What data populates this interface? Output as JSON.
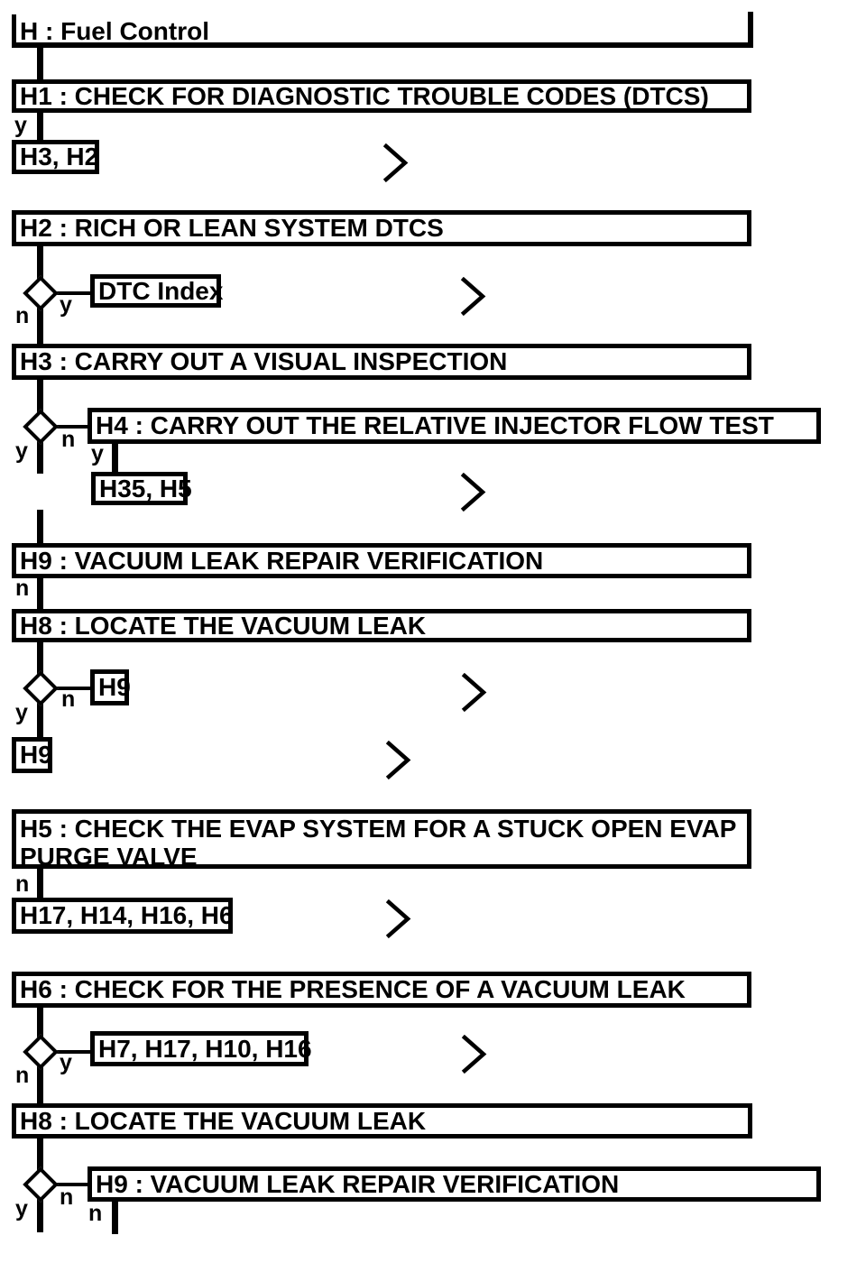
{
  "diagram": {
    "header": {
      "label": "H : Fuel Control"
    },
    "branch_labels": {
      "yes": "y",
      "no": "n"
    },
    "nodes": {
      "h1": "H1 : CHECK FOR DIAGNOSTIC TROUBLE CODES (DTCS)",
      "h1_yes_goto": "H3, H2",
      "h2": "H2 : RICH OR LEAN SYSTEM DTCS",
      "h2_yes_goto": "DTC Index",
      "h3": "H3 : CARRY OUT A VISUAL INSPECTION",
      "h4": "H4 : CARRY OUT THE RELATIVE INJECTOR FLOW TEST",
      "h4_yes_goto": "H35, H5",
      "h9a": "H9 : VACUUM LEAK REPAIR VERIFICATION",
      "h8a": "H8 : LOCATE THE VACUUM LEAK",
      "h8a_no_goto": "H9",
      "h8a_yes_goto": "H9",
      "h5": "H5 : CHECK THE EVAP SYSTEM FOR A STUCK OPEN EVAP PURGE VALVE",
      "h5_no_goto": "H17, H14, H16, H6",
      "h6": "H6 : CHECK FOR THE PRESENCE OF A VACUUM LEAK",
      "h6_yes_goto": "H7, H17, H10, H16",
      "h8b": "H8 : LOCATE THE VACUUM LEAK",
      "h9b": "H9 : VACUUM LEAK REPAIR VERIFICATION"
    },
    "colors": {
      "line": "#000000",
      "background": "#ffffff"
    }
  }
}
